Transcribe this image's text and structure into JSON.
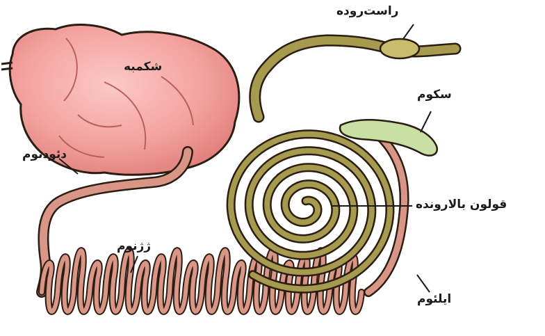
{
  "labels": {
    "rectum": "راست‌روده",
    "rumen": "شکمبه",
    "cecum": "سکوم",
    "duodenum": "دئودنوم",
    "ascending_colon": "قولون بالارونده",
    "jejunum": "ژژنوم",
    "ileum": "ایلئوم"
  },
  "colors": {
    "rumen": "#f4a3a0",
    "small_intestine": "#d99585",
    "colon": "#a69a4e",
    "cecum": "#c8e0a4",
    "outline": "#2b1d12"
  }
}
